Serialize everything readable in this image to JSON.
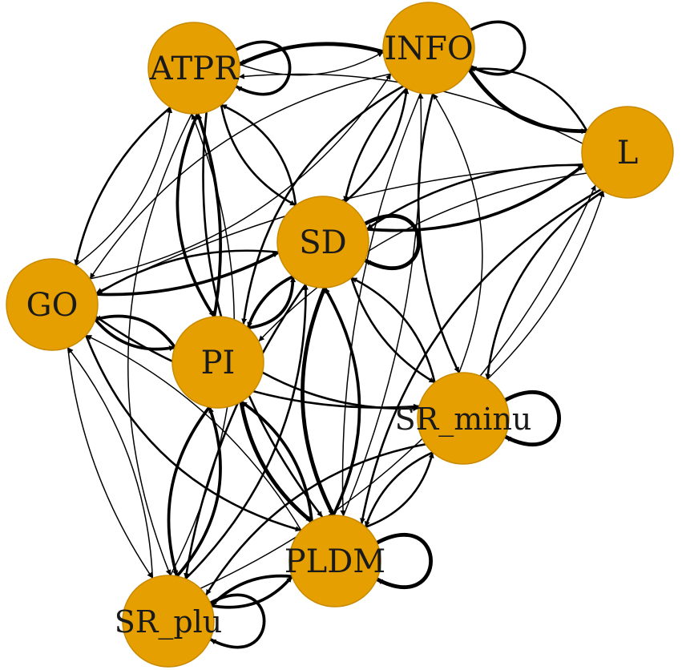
{
  "diagram": {
    "type": "directed-network",
    "node_color": "#E69F00",
    "node_border_color": "#C98A00",
    "edge_color": "#000000",
    "background": "#ffffff",
    "nodes": [
      {
        "id": "ATPR",
        "label": "ATPR"
      },
      {
        "id": "INFO",
        "label": "INFO"
      },
      {
        "id": "L",
        "label": "L"
      },
      {
        "id": "SD",
        "label": "SD"
      },
      {
        "id": "GO",
        "label": "GO"
      },
      {
        "id": "PI",
        "label": "PI"
      },
      {
        "id": "SR_minus",
        "label": "SR_minu"
      },
      {
        "id": "PLDM",
        "label": "PLDM"
      },
      {
        "id": "SR_plus",
        "label": "SR_plu"
      }
    ],
    "edges": [
      {
        "from": "ATPR",
        "to": "ATPR",
        "weight": 3
      },
      {
        "from": "INFO",
        "to": "INFO",
        "weight": 3
      },
      {
        "from": "SD",
        "to": "SD",
        "weight": 4
      },
      {
        "from": "SR_minus",
        "to": "SR_minus",
        "weight": 4
      },
      {
        "from": "PLDM",
        "to": "PLDM",
        "weight": 4
      },
      {
        "from": "SR_plus",
        "to": "SR_plus",
        "weight": 3
      },
      {
        "from": "INFO",
        "to": "ATPR",
        "weight": 4
      },
      {
        "from": "ATPR",
        "to": "INFO",
        "weight": 1
      },
      {
        "from": "INFO",
        "to": "L",
        "weight": 4
      },
      {
        "from": "L",
        "to": "INFO",
        "weight": 2
      },
      {
        "from": "INFO",
        "to": "SD",
        "weight": 2
      },
      {
        "from": "SD",
        "to": "INFO",
        "weight": 2
      },
      {
        "from": "INFO",
        "to": "SR_minus",
        "weight": 2
      },
      {
        "from": "INFO",
        "to": "GO",
        "weight": 1
      },
      {
        "from": "INFO",
        "to": "PI",
        "weight": 2
      },
      {
        "from": "INFO",
        "to": "PLDM",
        "weight": 1
      },
      {
        "from": "L",
        "to": "SD",
        "weight": 2
      },
      {
        "from": "SD",
        "to": "L",
        "weight": 3
      },
      {
        "from": "L",
        "to": "SR_minus",
        "weight": 2
      },
      {
        "from": "L",
        "to": "PLDM",
        "weight": 2
      },
      {
        "from": "L",
        "to": "GO",
        "weight": 1
      },
      {
        "from": "L",
        "to": "ATPR",
        "weight": 1
      },
      {
        "from": "ATPR",
        "to": "SD",
        "weight": 2
      },
      {
        "from": "SD",
        "to": "ATPR",
        "weight": 2
      },
      {
        "from": "ATPR",
        "to": "PI",
        "weight": 3
      },
      {
        "from": "PI",
        "to": "ATPR",
        "weight": 3
      },
      {
        "from": "ATPR",
        "to": "GO",
        "weight": 2
      },
      {
        "from": "GO",
        "to": "ATPR",
        "weight": 1
      },
      {
        "from": "ATPR",
        "to": "PLDM",
        "weight": 2
      },
      {
        "from": "ATPR",
        "to": "SR_plus",
        "weight": 1
      },
      {
        "from": "GO",
        "to": "SD",
        "weight": 3
      },
      {
        "from": "SD",
        "to": "GO",
        "weight": 2
      },
      {
        "from": "GO",
        "to": "PI",
        "weight": 3
      },
      {
        "from": "PI",
        "to": "GO",
        "weight": 3
      },
      {
        "from": "GO",
        "to": "PLDM",
        "weight": 2
      },
      {
        "from": "GO",
        "to": "SR_plus",
        "weight": 1
      },
      {
        "from": "SR_plus",
        "to": "GO",
        "weight": 1
      },
      {
        "from": "GO",
        "to": "SR_minus",
        "weight": 2
      },
      {
        "from": "GO",
        "to": "INFO",
        "weight": 1
      },
      {
        "from": "PI",
        "to": "SD",
        "weight": 3
      },
      {
        "from": "SD",
        "to": "PI",
        "weight": 3
      },
      {
        "from": "PI",
        "to": "PLDM",
        "weight": 4
      },
      {
        "from": "PLDM",
        "to": "PI",
        "weight": 3
      },
      {
        "from": "PI",
        "to": "SR_plus",
        "weight": 3
      },
      {
        "from": "SR_plus",
        "to": "PI",
        "weight": 3
      },
      {
        "from": "PI",
        "to": "SR_minus",
        "weight": 2
      },
      {
        "from": "SD",
        "to": "SR_minus",
        "weight": 2
      },
      {
        "from": "SR_minus",
        "to": "SD",
        "weight": 2
      },
      {
        "from": "SD",
        "to": "PLDM",
        "weight": 4
      },
      {
        "from": "PLDM",
        "to": "SD",
        "weight": 3
      },
      {
        "from": "SD",
        "to": "SR_plus",
        "weight": 2
      },
      {
        "from": "SR_minus",
        "to": "PLDM",
        "weight": 2
      },
      {
        "from": "PLDM",
        "to": "SR_minus",
        "weight": 2
      },
      {
        "from": "SR_minus",
        "to": "SR_plus",
        "weight": 2
      },
      {
        "from": "SR_minus",
        "to": "INFO",
        "weight": 1
      },
      {
        "from": "SR_minus",
        "to": "L",
        "weight": 1
      },
      {
        "from": "PLDM",
        "to": "SR_plus",
        "weight": 3
      },
      {
        "from": "SR_plus",
        "to": "PLDM",
        "weight": 3
      },
      {
        "from": "SR_plus",
        "to": "SD",
        "weight": 2
      },
      {
        "from": "SR_plus",
        "to": "ATPR",
        "weight": 1
      },
      {
        "from": "PLDM",
        "to": "INFO",
        "weight": 1
      },
      {
        "from": "PLDM",
        "to": "GO",
        "weight": 1
      },
      {
        "from": "L",
        "to": "PI",
        "weight": 1
      },
      {
        "from": "SR_plus",
        "to": "L",
        "weight": 1
      }
    ]
  }
}
